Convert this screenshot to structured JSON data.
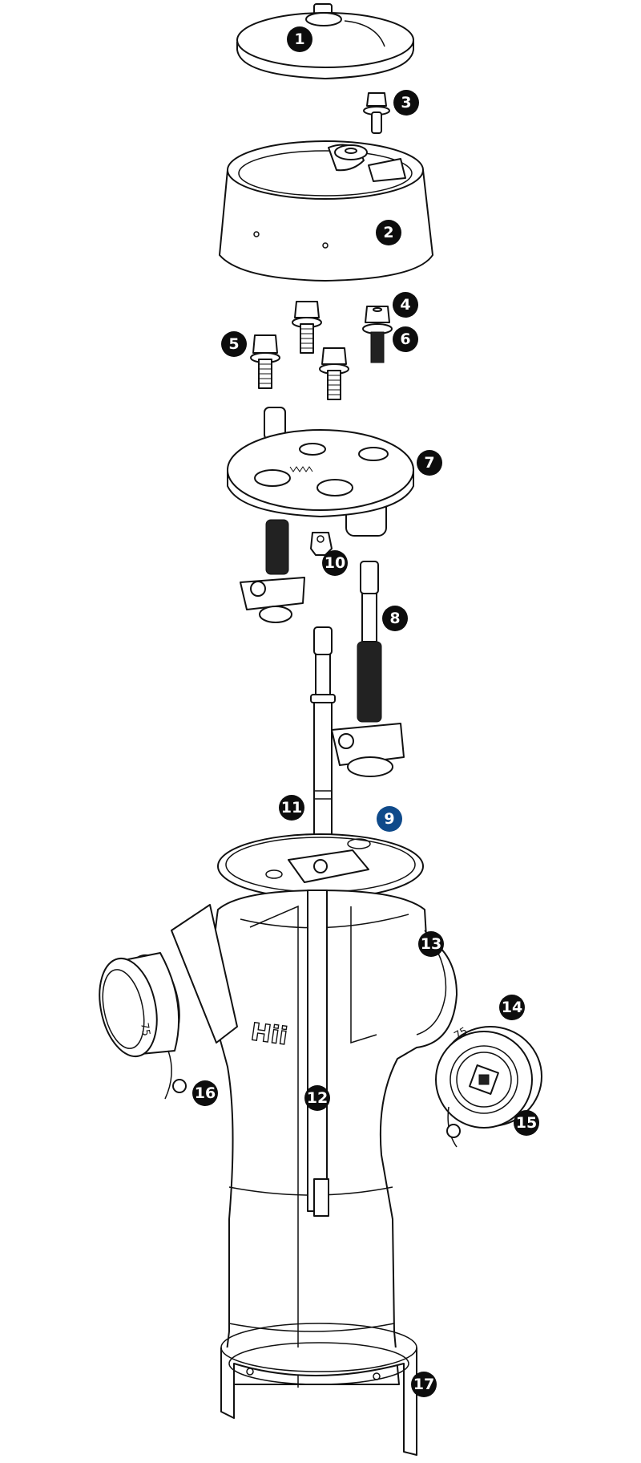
{
  "diagram": {
    "title": "Fire hydrant exploded assembly",
    "highlight_color": "#0f4a8a",
    "callout_color": "#0d0d0d",
    "callouts": [
      {
        "part": "top-cap",
        "number": "1"
      },
      {
        "part": "bonnet",
        "number": "2"
      },
      {
        "part": "cap-bolt",
        "number": "3"
      },
      {
        "part": "bolt",
        "number": "4"
      },
      {
        "part": "bolt-left",
        "number": "5"
      },
      {
        "part": "washer",
        "number": "6"
      },
      {
        "part": "head-plate",
        "number": "7"
      },
      {
        "part": "stem-assembly",
        "number": "8"
      },
      {
        "part": "ring-plate",
        "number": "9",
        "highlighted": true
      },
      {
        "part": "nut",
        "number": "10"
      },
      {
        "part": "main-stem",
        "number": "11"
      },
      {
        "part": "drain-rod",
        "number": "12"
      },
      {
        "part": "body",
        "number": "13"
      },
      {
        "part": "right-outlet-cap",
        "number": "14"
      },
      {
        "part": "cap-nut",
        "number": "15"
      },
      {
        "part": "left-outlet-cap",
        "number": "16"
      },
      {
        "part": "base-ring",
        "number": "17"
      }
    ],
    "body_logo": "Hii",
    "cap_marking_left": "75",
    "cap_marking_right": "75"
  }
}
